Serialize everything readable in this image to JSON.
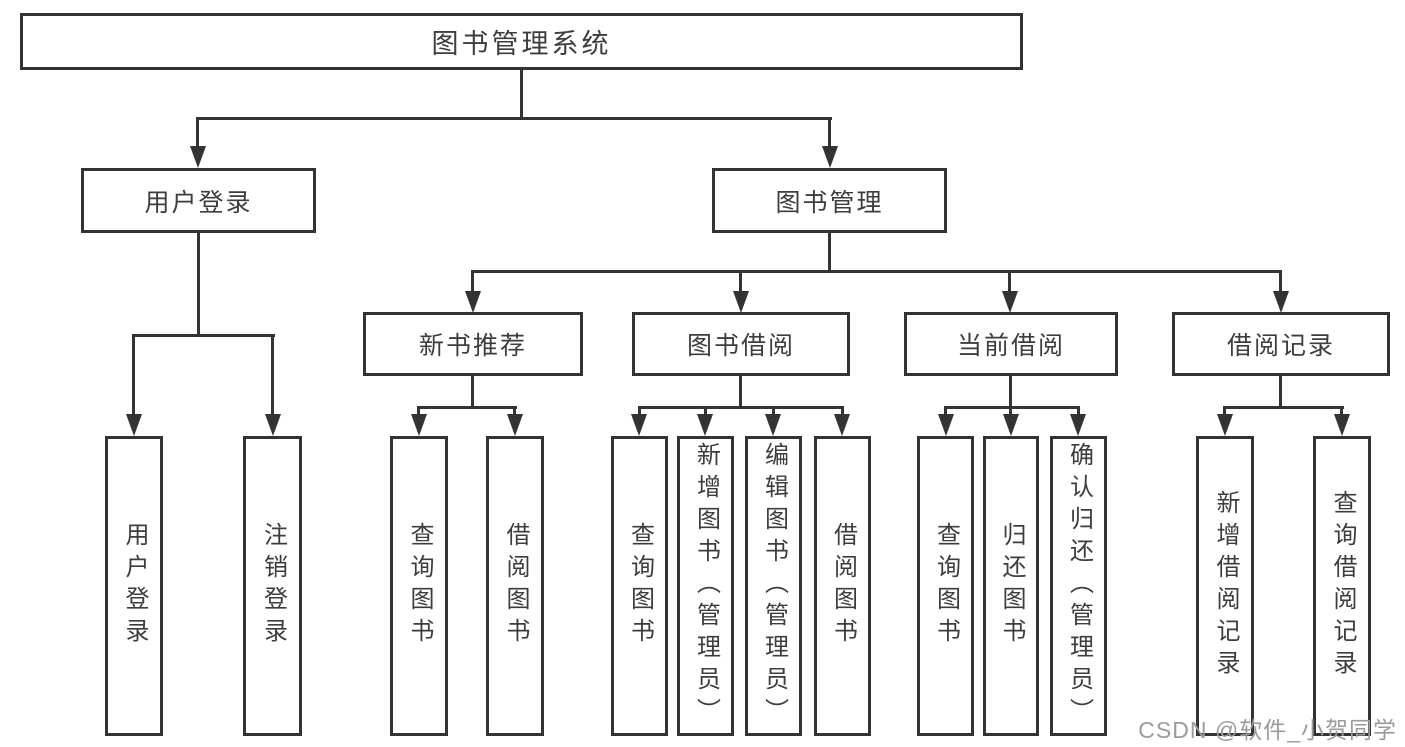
{
  "diagram": {
    "title": "图书管理系统",
    "root": "图书管理系统",
    "level2": {
      "login": "用户登录",
      "manage": "图书管理"
    },
    "level3": {
      "recommend": "新书推荐",
      "borrow": "图书借阅",
      "current": "当前借阅",
      "records": "借阅记录"
    },
    "leaves": {
      "login": [
        "用户登录",
        "注销登录"
      ],
      "recommend": [
        "查询图书",
        "借阅图书"
      ],
      "borrow": [
        "查询图书",
        "新增图书（管理员）",
        "编辑图书（管理员）",
        "借阅图书"
      ],
      "current": [
        "查询图书",
        "归还图书",
        "确认归还（管理员）"
      ],
      "records": [
        "新增借阅记录",
        "查询借阅记录"
      ]
    }
  },
  "watermark": "CSDN @软件_小贺同学",
  "colors": {
    "line": "#333333",
    "text": "#3d3d3d",
    "background": "#ffffff",
    "watermark": "#9b9b9b"
  }
}
